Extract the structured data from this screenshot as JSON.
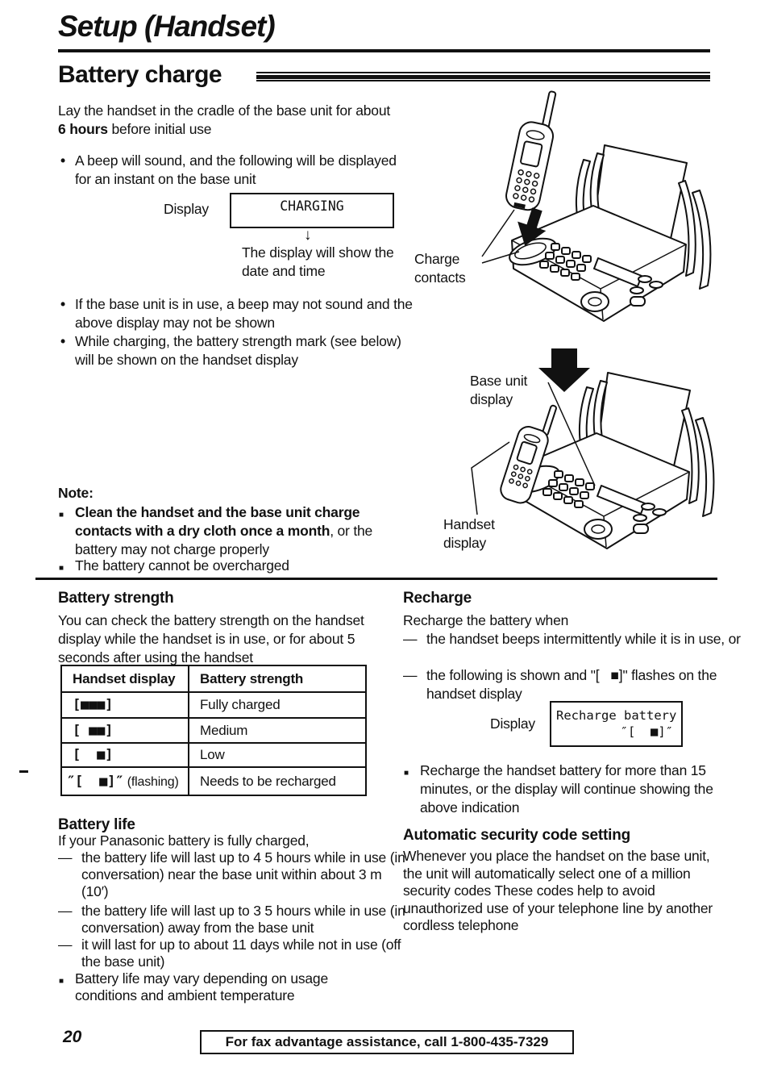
{
  "colors": {
    "ink": "#111111",
    "paper": "#ffffff"
  },
  "header": {
    "title": "Setup (Handset)",
    "section": "Battery charge"
  },
  "intro": {
    "before_bold": "Lay the handset in the cradle of the base unit for about ",
    "bold": "6 hours",
    "after_bold": " before initial use"
  },
  "bullets": {
    "b1": "A beep will sound, and the following will be displayed for an instant on the base unit",
    "b2": "If the base unit is in use, a beep may not sound and the above display may not be shown",
    "b3": "While charging, the battery strength mark (see below) will be shown on the handset display"
  },
  "charging_display": {
    "label": "Display",
    "value": "CHARGING",
    "arrow": "↓",
    "caption": "The display will show the date and time"
  },
  "note": {
    "title": "Note:",
    "item1_bold": "Clean the handset and the base unit charge contacts with a dry cloth once a month",
    "item1_rest": ", or the battery may not charge properly",
    "item2": "The battery cannot be overcharged"
  },
  "illustration1": {
    "label_charge_contacts": "Charge contacts"
  },
  "illustration2": {
    "label_base_unit_display": "Base unit display",
    "label_handset_display": "Handset display"
  },
  "battery_strength": {
    "title": "Battery strength",
    "body": "You can check the battery strength on the handset display while the handset is in use, or for about 5 seconds after using the handset",
    "table": {
      "headers": [
        "Handset display",
        "Battery strength"
      ],
      "rows": [
        {
          "display": "[■■■]",
          "strength": "Fully charged"
        },
        {
          "display": "[ ■■]",
          "strength": "Medium"
        },
        {
          "display": "[  ■]",
          "strength": "Low"
        },
        {
          "display": "″[  ■]″",
          "flashing": "(flashing)",
          "strength": "Needs to be recharged"
        }
      ]
    }
  },
  "battery_life": {
    "title": "Battery life",
    "intro": "If your Panasonic battery is fully charged,",
    "items": [
      "the battery life will last up to 4 5 hours while in use (in conversation) near the base unit within about 3 m (10′)",
      "the battery life will last up to 3 5 hours while in use (in conversation) away from the base unit",
      "it will last for up to about 11 days while not in use (off the base unit)"
    ],
    "note": "Battery life may vary depending on usage conditions and ambient temperature"
  },
  "recharge": {
    "title": "Recharge",
    "intro": "Recharge the battery when",
    "items": [
      "the handset beeps intermittently while it is in use, or",
      "the following is shown and \"[   ■]\" flashes on the handset display"
    ],
    "display_label": "Display",
    "display_line1": "Recharge battery",
    "display_line2": "″[  ■]″",
    "note": "Recharge the handset battery for more than 15 minutes, or the display will continue showing the above indication"
  },
  "security": {
    "title": "Automatic security code setting",
    "body": "Whenever you place the handset on the base unit, the unit will automatically select one of a million security codes  These codes help to avoid unauthorized use of your telephone line by another cordless telephone"
  },
  "footer": {
    "page_number": "20",
    "text": "For fax advantage assistance, call 1-800-435-7329"
  }
}
